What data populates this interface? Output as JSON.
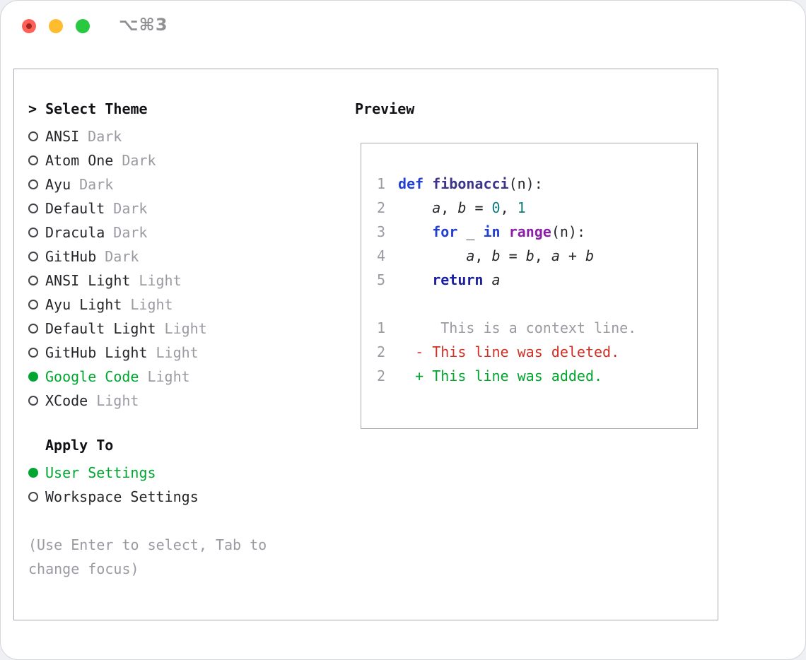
{
  "titlebar": {
    "shortcut_label": "⌥⌘3"
  },
  "theme_panel": {
    "header": "> Select Theme",
    "items": [
      {
        "name": "ANSI",
        "variant": "Dark",
        "selected": false
      },
      {
        "name": "Atom One",
        "variant": "Dark",
        "selected": false
      },
      {
        "name": "Ayu",
        "variant": "Dark",
        "selected": false
      },
      {
        "name": "Default",
        "variant": "Dark",
        "selected": false
      },
      {
        "name": "Dracula",
        "variant": "Dark",
        "selected": false
      },
      {
        "name": "GitHub",
        "variant": "Dark",
        "selected": false
      },
      {
        "name": "ANSI Light",
        "variant": "Light",
        "selected": false
      },
      {
        "name": "Ayu Light",
        "variant": "Light",
        "selected": false
      },
      {
        "name": "Default Light",
        "variant": "Light",
        "selected": false
      },
      {
        "name": "GitHub Light",
        "variant": "Light",
        "selected": false
      },
      {
        "name": "Google Code",
        "variant": "Light",
        "selected": true
      },
      {
        "name": "XCode",
        "variant": "Light",
        "selected": false
      }
    ],
    "apply_to": {
      "header": "Apply To",
      "options": [
        {
          "label": "User Settings",
          "selected": true
        },
        {
          "label": "Workspace Settings",
          "selected": false
        }
      ]
    },
    "hint": "(Use Enter to select, Tab to change focus)"
  },
  "preview": {
    "title": "Preview",
    "code_lines": [
      {
        "num": "1",
        "tokens": [
          {
            "text": "def",
            "type": "keyword"
          },
          {
            "text": " ",
            "type": "plain"
          },
          {
            "text": "fibonacci",
            "type": "function"
          },
          {
            "text": "(n):",
            "type": "plain"
          }
        ]
      },
      {
        "num": "2",
        "tokens": [
          {
            "text": "    ",
            "type": "plain"
          },
          {
            "text": "a",
            "type": "variable"
          },
          {
            "text": ", ",
            "type": "plain"
          },
          {
            "text": "b",
            "type": "variable"
          },
          {
            "text": " = ",
            "type": "plain"
          },
          {
            "text": "0",
            "type": "number"
          },
          {
            "text": ", ",
            "type": "plain"
          },
          {
            "text": "1",
            "type": "number"
          }
        ]
      },
      {
        "num": "3",
        "tokens": [
          {
            "text": "    ",
            "type": "plain"
          },
          {
            "text": "for",
            "type": "keyword"
          },
          {
            "text": " _ ",
            "type": "plain"
          },
          {
            "text": "in",
            "type": "keyword"
          },
          {
            "text": " ",
            "type": "plain"
          },
          {
            "text": "range",
            "type": "builtin"
          },
          {
            "text": "(n):",
            "type": "plain"
          }
        ]
      },
      {
        "num": "4",
        "tokens": [
          {
            "text": "        ",
            "type": "plain"
          },
          {
            "text": "a",
            "type": "variable"
          },
          {
            "text": ", ",
            "type": "plain"
          },
          {
            "text": "b",
            "type": "variable"
          },
          {
            "text": " = ",
            "type": "plain"
          },
          {
            "text": "b",
            "type": "variable"
          },
          {
            "text": ", ",
            "type": "plain"
          },
          {
            "text": "a",
            "type": "variable"
          },
          {
            "text": " + ",
            "type": "plain"
          },
          {
            "text": "b",
            "type": "variable"
          }
        ]
      },
      {
        "num": "5",
        "tokens": [
          {
            "text": "    ",
            "type": "plain"
          },
          {
            "text": "return",
            "type": "keyword2"
          },
          {
            "text": " ",
            "type": "plain"
          },
          {
            "text": "a",
            "type": "variable"
          }
        ]
      }
    ],
    "diff_lines": [
      {
        "num": "1",
        "text": "     This is a context line.",
        "kind": "context"
      },
      {
        "num": "2",
        "text": "  - This line was deleted.",
        "kind": "deleted"
      },
      {
        "num": "2",
        "text": "  + This line was added.",
        "kind": "added"
      }
    ]
  },
  "colors": {
    "accent_green": "#00a62f",
    "deleted_red": "#d03025",
    "keyword_blue": "#2440cf",
    "return_navy": "#1a1f9e",
    "function_navy": "#3c3488",
    "builtin_purple": "#8c1fa8",
    "number_teal": "#0f7c7c",
    "muted_gray": "#9a9aa2",
    "text_dark": "#26262b",
    "traffic_red": "#ff5f57",
    "traffic_yellow": "#febc2e",
    "traffic_green": "#28c840"
  }
}
